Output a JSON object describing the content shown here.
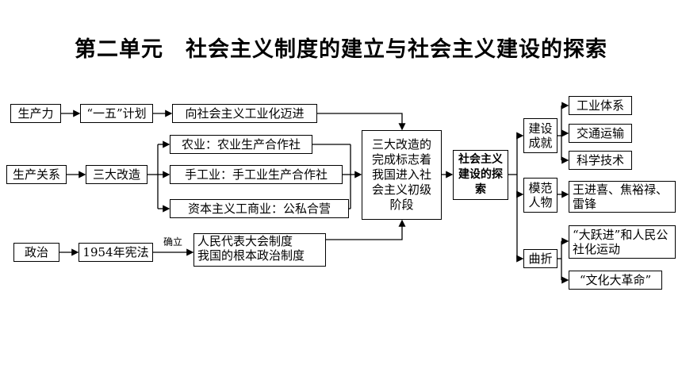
{
  "title": "第二单元　社会主义制度的建立与社会主义建设的探索",
  "nodes": {
    "productivity": "生产力",
    "five_year_plan": "“一五”计划",
    "industrialization": "向社会主义工业化迈进",
    "relations": "生产关系",
    "three_reforms": "三大改造",
    "agriculture": "农业：农业生产合作社",
    "handicraft": "手工业：手工业生产合作社",
    "capitalist": "资本主义工商业：公私合营",
    "politics": "政治",
    "constitution": "1954年宪法",
    "npc_line1": "人民代表大会制度",
    "npc_line2": "我国的根本政治制度",
    "completion": "三大改造的完成标志着我国进入社会主义初级阶段",
    "exploration": "社会主义建设的探索",
    "achievements": "建设成就",
    "industry_system": "工业体系",
    "transport": "交通运输",
    "science": "科学技术",
    "models": "模范人物",
    "model_names": "王进喜、焦裕禄、雷锋",
    "setbacks": "曲折",
    "great_leap": "“大跃进”和人民公社化运动",
    "cultural_revolution": "“文化大革命”"
  },
  "edge_labels": {
    "establish": "确立"
  }
}
